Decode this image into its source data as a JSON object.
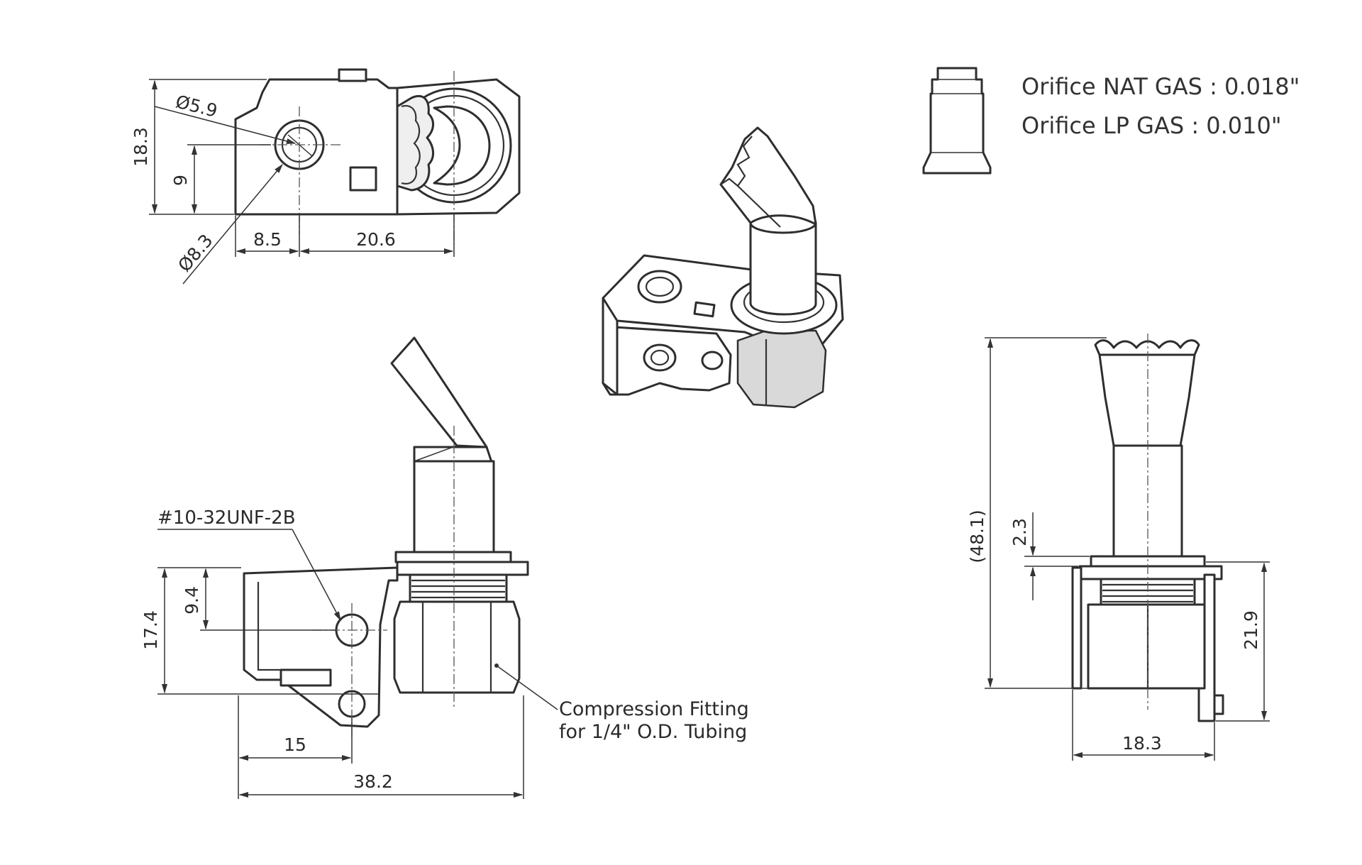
{
  "orifice_specs": [
    {
      "text": "Orifice NAT GAS : 0.018\""
    },
    {
      "text": "Orifice LP GAS : 0.010\""
    }
  ],
  "top_view": {
    "dims": {
      "height": "18.3",
      "hole_center_height": "9",
      "offset_left": "8.5",
      "offset_right": "20.6",
      "diameter_outer": "Ø8.3",
      "diameter_inner": "Ø5.9"
    }
  },
  "side_view": {
    "thread_callout": "#10-32UNF-2B",
    "fitting_note_line1": "Compression Fitting",
    "fitting_note_line2": "for 1/4\" O.D. Tubing",
    "dims": {
      "bracket_height": "17.4",
      "hole_height": "9.4",
      "hole_offset": "15",
      "overall_width": "38.2"
    }
  },
  "front_view": {
    "dims": {
      "overall_height": "(48.1)",
      "flange_thickness": "2.3",
      "lower_height": "21.9",
      "width": "18.3"
    }
  }
}
